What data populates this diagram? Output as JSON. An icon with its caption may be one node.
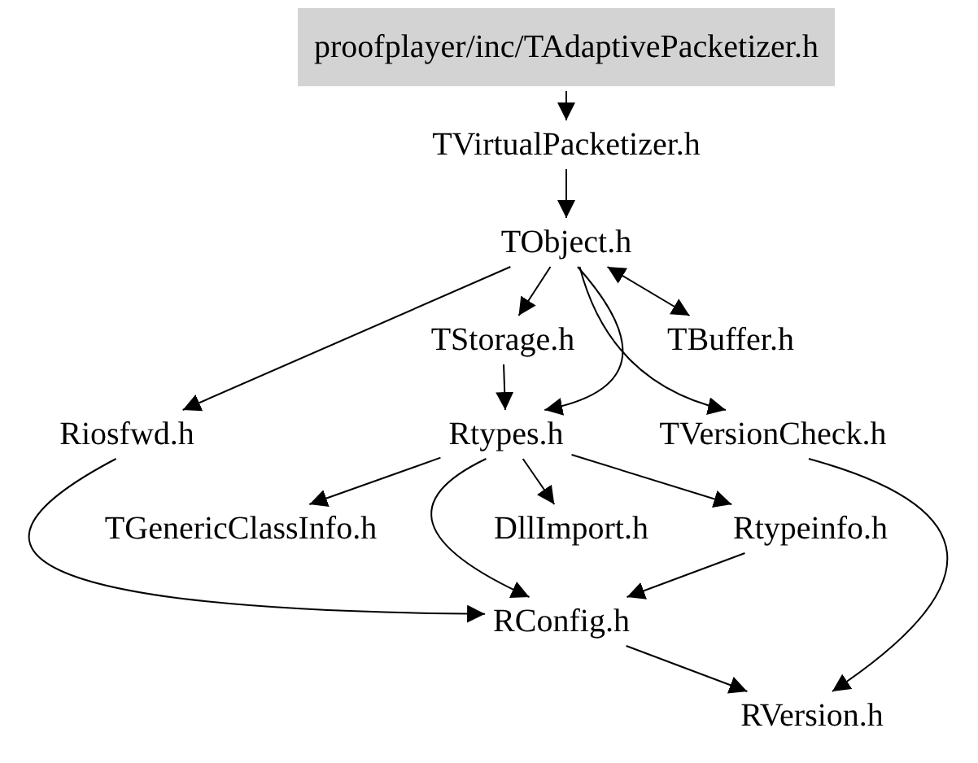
{
  "diagram": {
    "nodes": [
      {
        "text": [
          "proofplayer/inc/TAdaptivePacketizer.h"
        ]
      },
      {
        "text": [
          "TVirtualPacketizer.h"
        ]
      },
      {
        "text": [
          "TObject.h"
        ]
      },
      {
        "text": [
          "Riosfwd.h"
        ]
      },
      {
        "text": [
          "TStorage.h"
        ]
      },
      {
        "text": [
          "TBuffer.h"
        ]
      },
      {
        "text": [
          "Rtypes.h"
        ]
      },
      {
        "text": [
          "TVersionCheck.h"
        ]
      },
      {
        "text": [
          "TGenericClassInfo.h"
        ]
      },
      {
        "text": [
          "DllImport.h"
        ]
      },
      {
        "text": [
          "Rtypeinfo.h"
        ]
      },
      {
        "text": [
          "RConfig.h"
        ]
      },
      {
        "text": [
          "RVersion.h"
        ]
      }
    ],
    "edges": [
      {
        "from": 0,
        "to": 1,
        "arrow": "to"
      },
      {
        "from": 1,
        "to": 2,
        "arrow": "to"
      },
      {
        "from": 2,
        "to": 3,
        "arrow": "to"
      },
      {
        "from": 2,
        "to": 4,
        "arrow": "to"
      },
      {
        "from": 2,
        "to": 5,
        "arrow": "both"
      },
      {
        "from": 2,
        "to": 6,
        "arrow": "to"
      },
      {
        "from": 2,
        "to": 7,
        "arrow": "to"
      },
      {
        "from": 4,
        "to": 6,
        "arrow": "to"
      },
      {
        "from": 6,
        "to": 8,
        "arrow": "to"
      },
      {
        "from": 6,
        "to": 9,
        "arrow": "to"
      },
      {
        "from": 6,
        "to": 10,
        "arrow": "to"
      },
      {
        "from": 6,
        "to": 11,
        "arrow": "to"
      },
      {
        "from": 3,
        "to": 11,
        "arrow": "to"
      },
      {
        "from": 10,
        "to": 11,
        "arrow": "to"
      },
      {
        "from": 11,
        "to": 12,
        "arrow": "to"
      },
      {
        "from": 7,
        "to": 12,
        "arrow": "to"
      }
    ]
  }
}
